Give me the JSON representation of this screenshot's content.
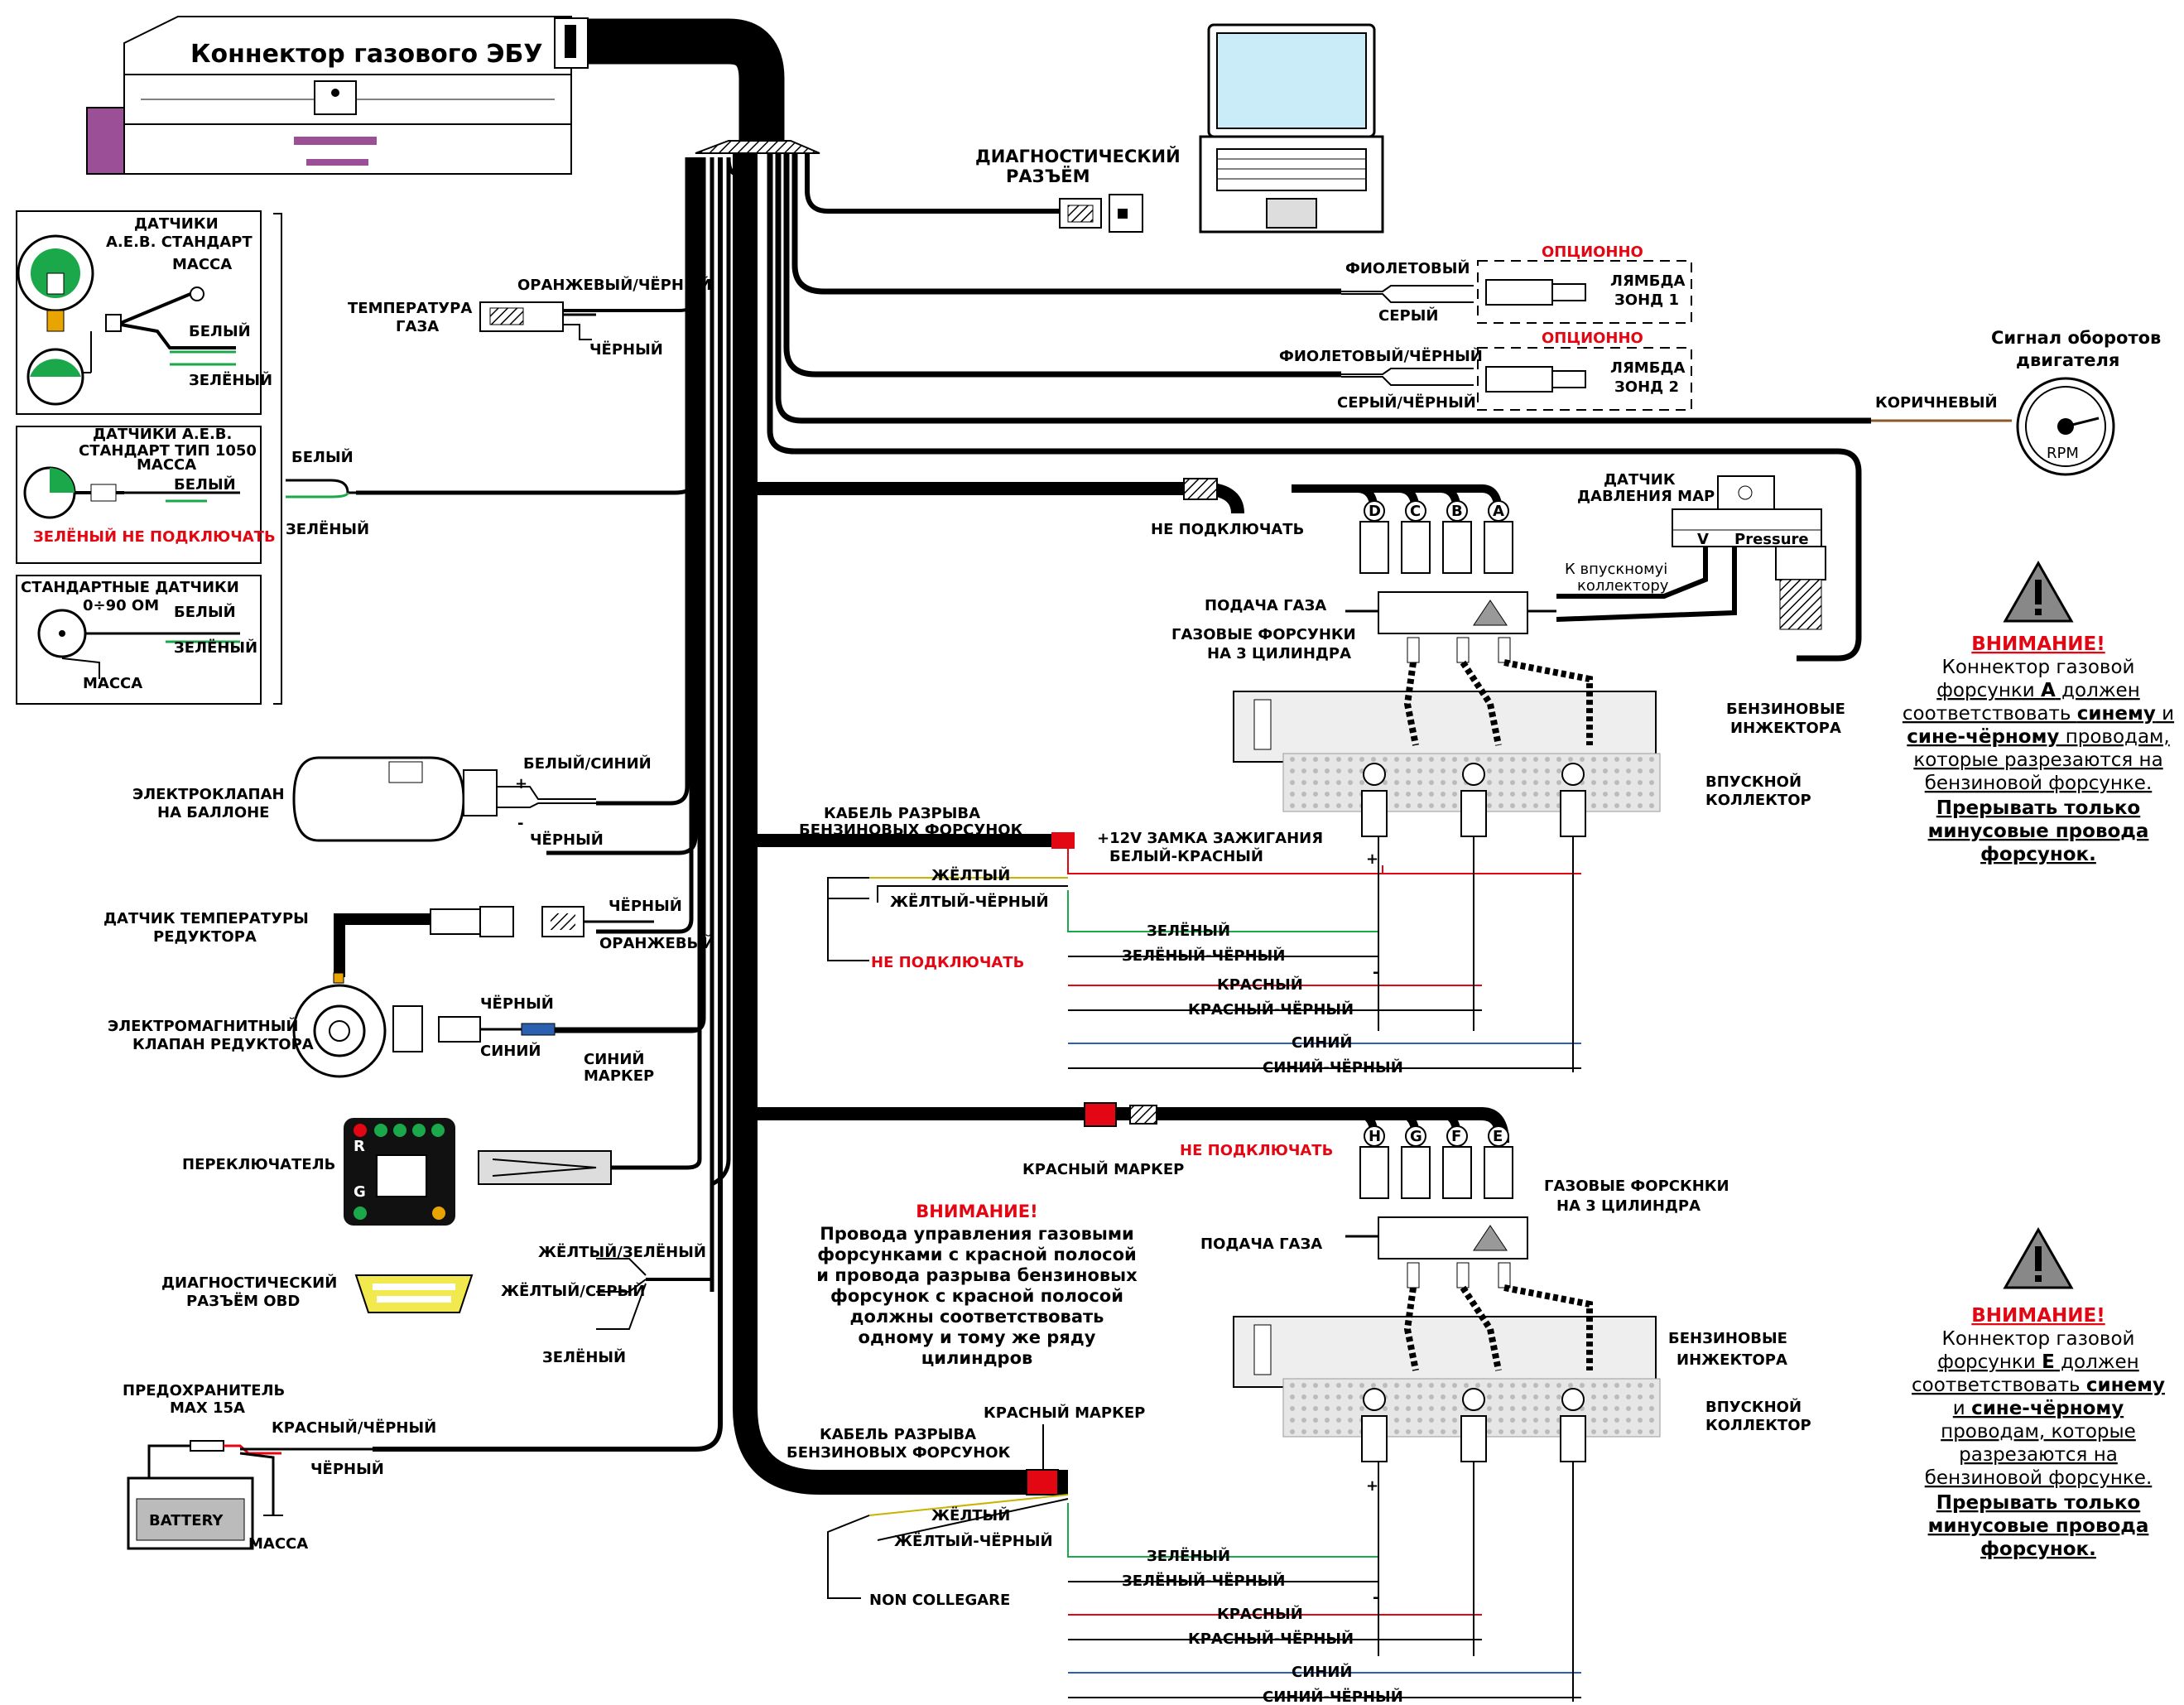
{
  "ecu_connector": "Коннектор газового ЭБУ",
  "diag_connector": [
    "ДИАГНОСТИЧЕСКИЙ",
    "РАЗЪЁМ"
  ],
  "gas_temp": {
    "title": [
      "ТЕМПЕРАТУРА",
      "ГАЗА"
    ],
    "wire1": "ОРАНЖЕВЫЙ/ЧЁРНЫЙ",
    "wire2": "ЧЁРНЫЙ"
  },
  "sensors_aeb": {
    "title": [
      "ДАТЧИКИ",
      "А.Е.В. СТАНДАРТ"
    ],
    "massa": "МАССА",
    "white": "БЕЛЫЙ",
    "green": "ЗЕЛЁНЫЙ"
  },
  "sensors_1050": {
    "title": [
      "ДАТЧИКИ А.Е.В.",
      "СТАНДАРТ ТИП 1050"
    ],
    "massa": "МАССА",
    "white": "БЕЛЫЙ",
    "warn": "ЗЕЛЁНЫЙ НЕ ПОДКЛЮЧАТЬ"
  },
  "sensors_std": {
    "title": [
      "СТАНДАРТНЫЕ ДАТЧИКИ",
      "0÷90 ОМ"
    ],
    "white": "БЕЛЫЙ",
    "green": "ЗЕЛЁНЫЙ",
    "massa": "МАССА"
  },
  "level_wires": {
    "white": "БЕЛЫЙ",
    "green": "ЗЕЛЁНЫЙ"
  },
  "tank_valve": {
    "title": [
      "ЭЛЕКТРОКЛАПАН",
      "НА БАЛЛОНЕ"
    ],
    "wire1": "БЕЛЫЙ/СИНИЙ",
    "wire2": "ЧЁРНЫЙ",
    "plus": "+",
    "minus": "-"
  },
  "reducer_temp": {
    "title": [
      "ДАТЧИК ТЕМПЕРАТУРЫ",
      "РЕДУКТОРА"
    ],
    "wire1": "ЧЁРНЫЙ",
    "wire2": "ОРАНЖЕВЫЙ"
  },
  "reducer_valve": {
    "title": [
      "ЭЛЕКТРОМАГНИТНЫЙ",
      "КЛАПАН РЕДУКТОРА"
    ],
    "wire1": "ЧЁРНЫЙ",
    "wire2": "СИНИЙ",
    "marker": [
      "СИНИЙ",
      "МАРКЕР"
    ]
  },
  "switch": {
    "title": "ПЕРЕКЛЮЧАТЕЛЬ",
    "r": "R",
    "g": "G"
  },
  "obd": {
    "title": [
      "ДИАГНОСТИЧЕСКИЙ",
      "РАЗЪЁМ OBD"
    ],
    "wire1": "ЖЁЛТЫЙ/ЗЕЛЁНЫЙ",
    "wire2": "ЖЁЛТЫЙ/СЕРЫЙ",
    "wire3": "ЗЕЛЁНЫЙ"
  },
  "fuse": {
    "title": [
      "ПРЕДОХРАНИТЕЛЬ",
      "MAX 15A"
    ],
    "wire1": "КРАСНЫЙ/ЧЁРНЫЙ",
    "wire2": "ЧЁРНЫЙ",
    "battery": "BATTERY",
    "massa": "МАССА"
  },
  "lambda1": {
    "optional": "ОПЦИОННО",
    "wire1": "ФИОЛЕТОВЫЙ",
    "wire2": "СЕРЫЙ",
    "label": [
      "ЛЯМБДА",
      "ЗОНД 1"
    ]
  },
  "lambda2": {
    "optional": "ОПЦИОННО",
    "wire1": "ФИОЛЕТОВЫЙ/ЧЁРНЫЙ",
    "wire2": "СЕРЫЙ/ЧЁРНЫЙ",
    "label": [
      "ЛЯМБДА",
      "ЗОНД 2"
    ]
  },
  "rpm": {
    "title": [
      "Сигнал оборотов",
      "двигателя"
    ],
    "wire": "КОРИЧНЕВЫЙ",
    "dial": "RPM"
  },
  "map_sensor": {
    "title": [
      "ДАТЧИК",
      "ДАВЛЕНИЯ MAP"
    ],
    "v": "V",
    "pressure": "Pressure",
    "to_manifold": [
      "К впускномуі",
      "коллектору"
    ]
  },
  "bank1": {
    "not_connect": "НЕ ПОДКЛЮЧАТЬ",
    "letters": [
      "D",
      "C",
      "B",
      "A"
    ],
    "gas_feed": "ПОДАЧА ГАЗА",
    "injectors": [
      "ГАЗОВЫЕ ФОРСУНКИ",
      "НА 3 ЦИЛИНДРА"
    ],
    "petrol_inj": [
      "БЕНЗИНОВЫЕ",
      "ИНЖЕКТОРА"
    ],
    "manifold": [
      "ВПУСКНОЙ",
      "КОЛЛЕКТОР"
    ],
    "cable": [
      "КАБЕЛЬ РАЗРЫВА",
      "БЕНЗИНОВЫХ ФОРСУНОК"
    ],
    "ign": "+12V ЗАМКА ЗАЖИГАНИЯ",
    "ign_wire": "БЕЛЫЙ-КРАСНЫЙ",
    "wires": [
      "ЖЁЛТЫЙ",
      "ЖЁЛТЫЙ-ЧЁРНЫЙ",
      "ЗЕЛЁНЫЙ",
      "ЗЕЛЁНЫЙ-ЧЁРНЫЙ",
      "КРАСНЫЙ",
      "КРАСНЫЙ-ЧЁРНЫЙ",
      "СИНИЙ",
      "СИНИЙ-ЧЁРНЫЙ"
    ],
    "nc": "НЕ ПОДКЛЮЧАТЬ",
    "plus": "+",
    "minus": "-"
  },
  "bank2": {
    "red_marker": "КРАСНЫЙ МАРКЕР",
    "not_connect": "НЕ ПОДКЛЮЧАТЬ",
    "letters": [
      "H",
      "G",
      "F",
      "E"
    ],
    "gas_feed": "ПОДАЧА ГАЗА",
    "injectors": [
      "ГАЗОВЫЕ ФОРСКНКИ",
      "НА 3 ЦИЛИНДРА"
    ],
    "petrol_inj": [
      "БЕНЗИНОВЫЕ",
      "ИНЖЕКТОРА"
    ],
    "manifold": [
      "ВПУСКНОЙ",
      "КОЛЛЕКТОР"
    ],
    "cable_marker": "КРАСНЫЙ МАРКЕР",
    "cable": [
      "КАБЕЛЬ РАЗРЫВА",
      "БЕНЗИНОВЫХ ФОРСУНОК"
    ],
    "wires": [
      "ЖЁЛТЫЙ",
      "ЖЁЛТЫЙ-ЧЁРНЫЙ",
      "ЗЕЛЁНЫЙ",
      "ЗЕЛЁНЫЙ-ЧЁРНЫЙ",
      "КРАСНЫЙ",
      "КРАСНЫЙ-ЧЁРНЫЙ",
      "СИНИЙ",
      "СИНИЙ-ЧЁРНЫЙ"
    ],
    "nc": "NON COLLEGARE",
    "plus": "+",
    "minus": "-"
  },
  "center_warning": {
    "title": "ВНИМАНИЕ!",
    "lines": [
      "Провода управления газовыми",
      "форсунками с красной полосой",
      "и провода разрыва бензиновых",
      "форсунок с красной полосой",
      "должны соответствовать",
      "одному и тому же ряду",
      "цилиндров"
    ]
  },
  "warn1": {
    "title": "ВНИМАНИЕ!",
    "l1": "Коннектор газовой",
    "l2a": "форсунки ",
    "l2b": "A",
    "l2c": " должен",
    "l3a": "соответствовать ",
    "l3b": "синему",
    "l3c": " и",
    "l4a": "сине-чёрному",
    "l4b": " проводам,",
    "l5": "которые разрезаются на",
    "l6": "бензиновой форсунке.",
    "l7": "Прерывать только",
    "l8": "минусовые провода",
    "l9": "форсунок."
  },
  "warn2": {
    "title": "ВНИМАНИЕ!",
    "l1": "Коннектор газовой",
    "l2a": "форсунки ",
    "l2b": "E",
    "l2c": " должен",
    "l3a": "соответствовать ",
    "l3b": "синему",
    "l4a": "и ",
    "l4b": "сине-чёрному",
    "l5": "проводам, которые",
    "l6": "разрезаются на",
    "l7": "бензиновой форсунке.",
    "l8": "Прерывать только",
    "l9": "минусовые провода",
    "l10": "форсунок."
  },
  "colors": {
    "purple": "#9b4f96",
    "red": "#e30613",
    "green": "#1aa84a",
    "blue": "#2b5fb0",
    "yellow": "#c8b400",
    "laptop_screen": "#c9ecf8"
  }
}
